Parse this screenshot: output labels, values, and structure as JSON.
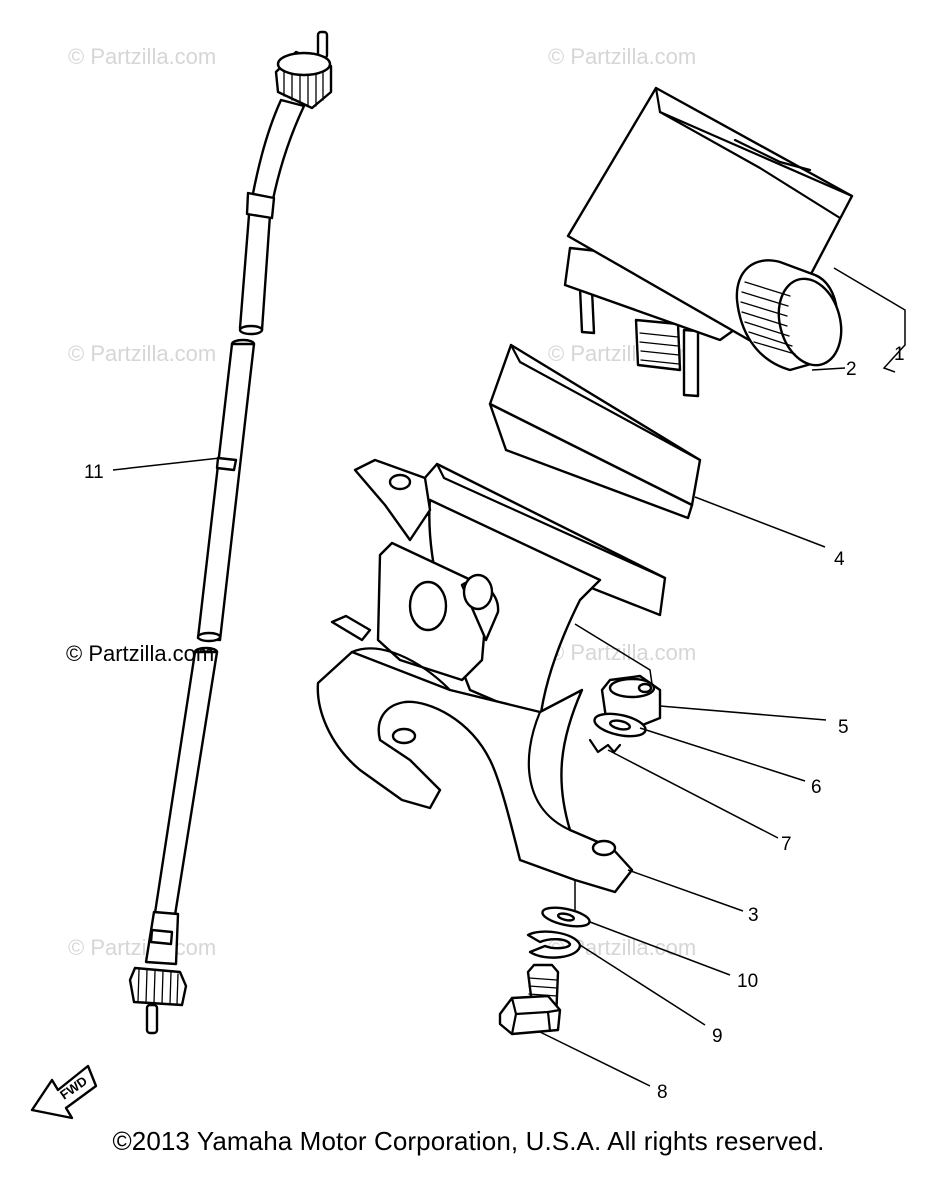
{
  "watermarks": [
    "© Partzilla.com",
    "© Partzilla.com",
    "© Partzilla.com",
    "© Partzilla.com",
    "© Partzilla.com",
    "© Partzilla.com",
    "© Partzilla.com",
    "© Partzilla.com"
  ],
  "callouts": [
    "1",
    "2",
    "11",
    "4",
    "5",
    "6",
    "7",
    "3",
    "10",
    "9",
    "8"
  ],
  "direction_arrow": {
    "label": "FWD",
    "icon": "fwd-arrow-icon"
  },
  "copyright": "©2013 Yamaha Motor Corporation, U.S.A. All rights reserved."
}
